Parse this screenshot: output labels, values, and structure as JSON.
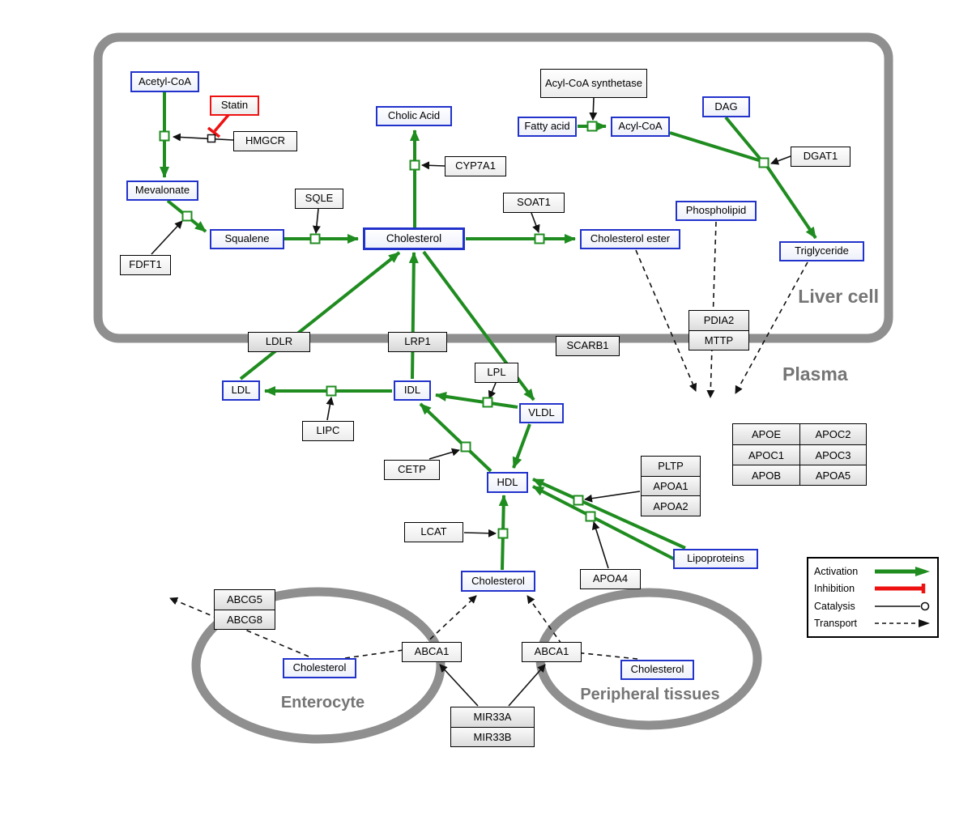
{
  "regions": {
    "liver": "Liver cell",
    "plasma": "Plasma",
    "enterocyte": "Enterocyte",
    "peripheral": "Peripheral tissues"
  },
  "nodes": {
    "acetyl_coa": "Acetyl-CoA",
    "statin": "Statin",
    "hmgcr": "HMGCR",
    "mevalonate": "Mevalonate",
    "fdft1": "FDFT1",
    "squalene": "Squalene",
    "sqle": "SQLE",
    "cholic_acid": "Cholic Acid",
    "cyp7a1": "CYP7A1",
    "cholesterol_liver": "Cholesterol",
    "soat1": "SOAT1",
    "cholesterol_ester": "Cholesterol ester",
    "acyl_coa_synthetase": "Acyl-CoA synthetase",
    "fatty_acid": "Fatty acid",
    "acyl_coa": "Acyl-CoA",
    "dag": "DAG",
    "dgat1": "DGAT1",
    "phospholipid": "Phospholipid",
    "triglyceride": "Triglyceride",
    "ldlr": "LDLR",
    "lrp1": "LRP1",
    "scarb1": "SCARB1",
    "pdia2": "PDIA2",
    "mttp": "MTTP",
    "ldl": "LDL",
    "idl": "IDL",
    "lipc": "LIPC",
    "lpl": "LPL",
    "vldl": "VLDL",
    "cetp": "CETP",
    "hdl": "HDL",
    "lcat": "LCAT",
    "pltp": "PLTP",
    "apoa1": "APOA1",
    "apoa2": "APOA2",
    "apoa4": "APOA4",
    "lipoproteins": "Lipoproteins",
    "cholesterol_plasma": "Cholesterol",
    "abcg5": "ABCG5",
    "abcg8": "ABCG8",
    "cholesterol_enterocyte": "Cholesterol",
    "abca1_enterocyte": "ABCA1",
    "abca1_peripheral": "ABCA1",
    "cholesterol_peripheral": "Cholesterol",
    "mir33a": "MIR33A",
    "mir33b": "MIR33B"
  },
  "apo_table": {
    "rows": [
      [
        "APOE",
        "APOC2"
      ],
      [
        "APOC1",
        "APOC3"
      ],
      [
        "APOB",
        "APOA5"
      ]
    ]
  },
  "legend": {
    "activation": "Activation",
    "inhibition": "Inhibition",
    "catalysis": "Catalysis",
    "transport": "Transport"
  },
  "colors": {
    "activation_green": "#1f8c1f",
    "inhibition_red": "#ee1111",
    "metabolite_blue": "#2233cc",
    "membrane_gray": "#8f8f8f",
    "label_gray": "#757575"
  }
}
